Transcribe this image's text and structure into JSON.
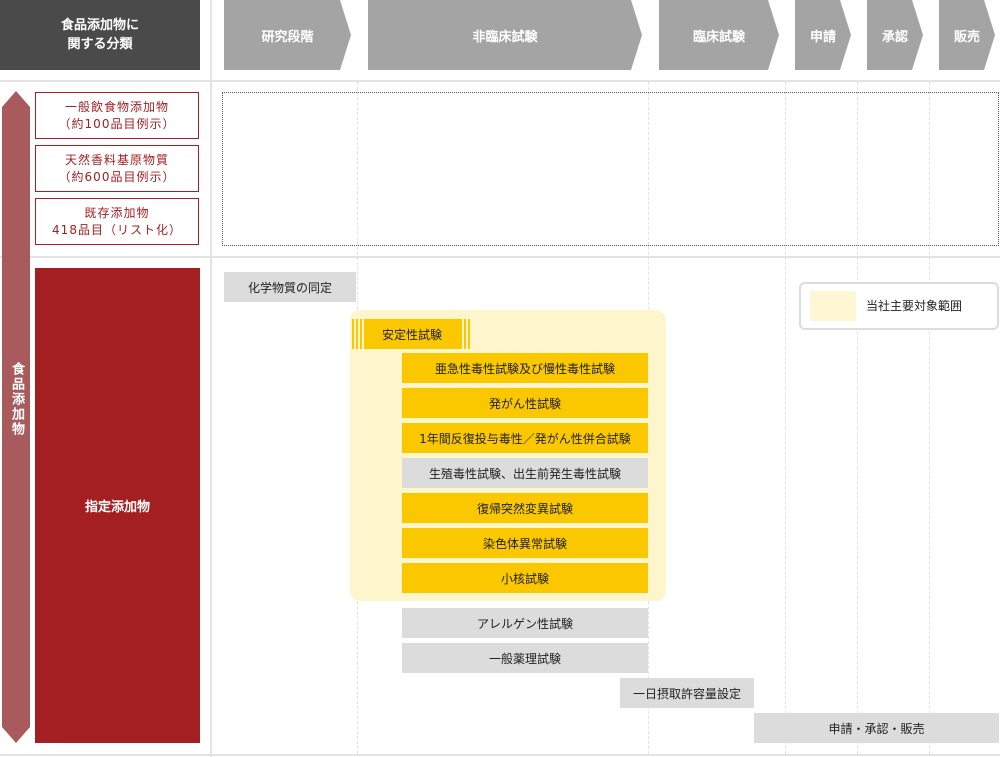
{
  "header": {
    "title": "食品添加物に\n関する分類",
    "stages": [
      {
        "key": "research",
        "label": "研究段階"
      },
      {
        "key": "nonclinical",
        "label": "非臨床試験"
      },
      {
        "key": "clinical",
        "label": "臨床試験"
      },
      {
        "key": "application",
        "label": "申請"
      },
      {
        "key": "approval",
        "label": "承認"
      },
      {
        "key": "sales",
        "label": "販売"
      }
    ]
  },
  "sidebar": {
    "category_label": "食品添加物",
    "sub_boxes": [
      {
        "label": "一般飲食物添加物\n（約100品目例示）"
      },
      {
        "label": "天然香料基原物質\n（約600品目例示）"
      },
      {
        "label": "既存添加物\n418品目（リスト化）"
      }
    ],
    "designated_label": "指定添加物"
  },
  "legend": {
    "label": "当社主要対象範囲",
    "swatch_color": "#fff7d3"
  },
  "colors": {
    "accent_red": "#a31f22",
    "arrow_red": "#a85a5c",
    "yellow": "#fbc800",
    "highlight_bg": "#fdf5cc",
    "gray": "#dcdcdc"
  },
  "tasks": {
    "chemical_identity": "化学物質の同定",
    "stability": "安定性試験",
    "acute_chronic": "亜急性毒性試験及び慢性毒性試験",
    "carcinogenicity": "発がん性試験",
    "one_year_combined": "1年間反復投与毒性／発がん性併合試験",
    "reproductive": "生殖毒性試験、出生前発生毒性試験",
    "mutation": "復帰突然変異試験",
    "chromosome": "染色体異常試験",
    "micronucleus": "小核試験",
    "allergen": "アレルゲン性試験",
    "pharmacology": "一般薬理試験",
    "adi": "一日摂取許容量設定",
    "apply_approve_sell": "申請・承認・販売"
  }
}
